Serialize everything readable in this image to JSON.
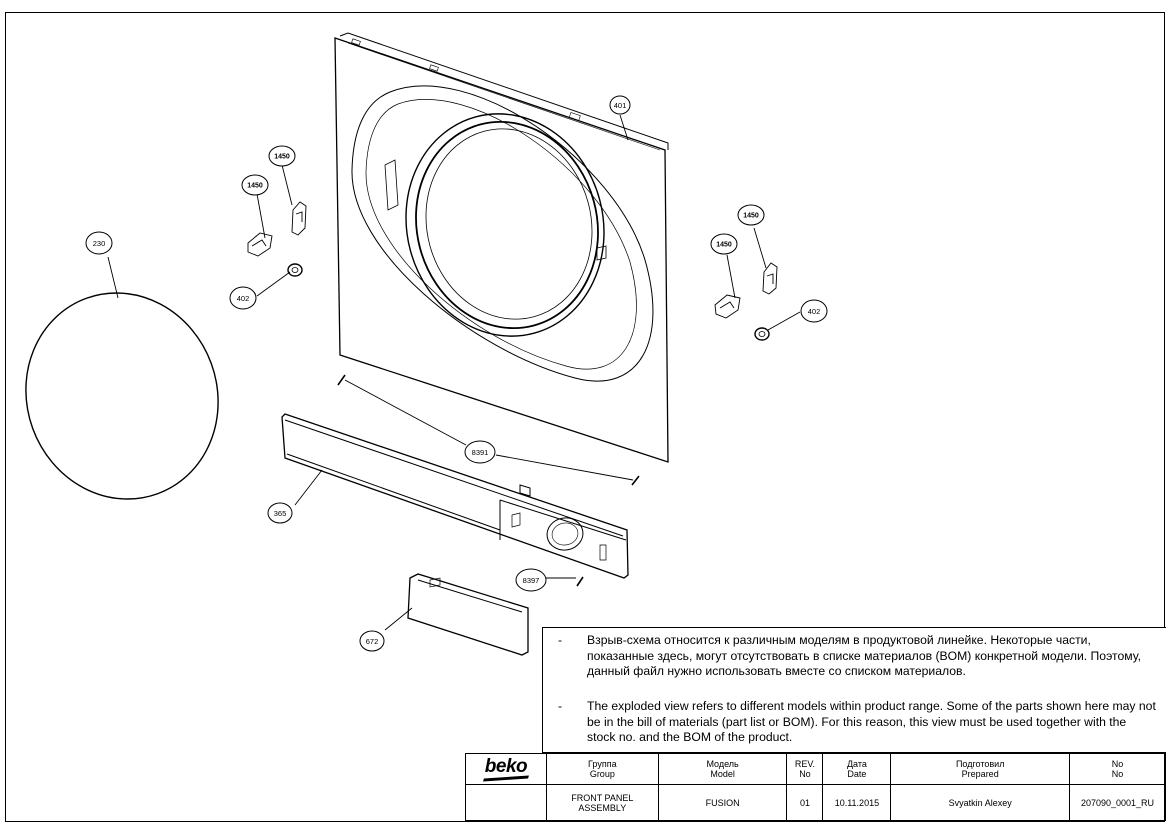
{
  "callouts": {
    "c401": "401",
    "c1450_a": "1450",
    "c1450_b": "1450",
    "c1450_c": "1450",
    "c1450_d": "1450",
    "c230": "230",
    "c402_a": "402",
    "c402_b": "402",
    "c8391": "8391",
    "c365": "365",
    "c8397": "8397",
    "c672": "672"
  },
  "notes": {
    "dash": "-",
    "ru": "Взрыв-схема относится к различным моделям в продуктовой линейке. Некоторые части, показанные здесь, могут отсутствовать в списке материалов (BOM) конкретной модели. Поэтому, данный файл нужно использовать вместе со списком материалов.",
    "en": "The exploded view refers to different models within product range. Some of the parts shown here may not be in the bill of materials (part list or BOM). For this reason, this view must be used together with the stock no. and the BOM of the product."
  },
  "title_block": {
    "logo": "beko",
    "headers": {
      "group_ru": "Группа",
      "group_en": "Group",
      "model_ru": "Модель",
      "model_en": "Model",
      "rev_ru": "REV.",
      "rev_en": "No",
      "date_ru": "Дата",
      "date_en": "Date",
      "prepared_ru": "Подготовил",
      "prepared_en": "Prepared",
      "no_ru": "No",
      "no_en": "No"
    },
    "values": {
      "group_line1": "FRONT PANEL",
      "group_line2": "ASSEMBLY",
      "model": "FUSION",
      "rev": "01",
      "date": "10.11.2015",
      "prepared": "Svyatkin Alexey",
      "no": "207090_0001_RU"
    }
  }
}
